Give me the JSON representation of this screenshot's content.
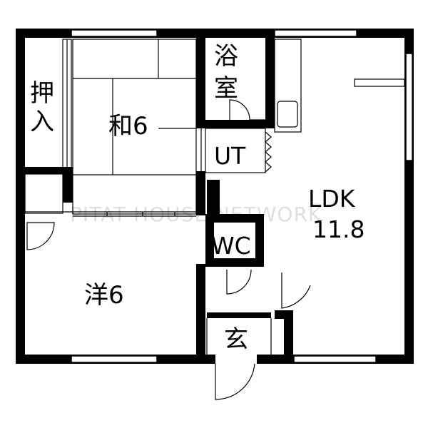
{
  "rooms": {
    "oshiire": [
      "押",
      "入"
    ],
    "washitsu": "和6",
    "yokushitsu": [
      "浴",
      "室"
    ],
    "ut": "UT",
    "ldk": [
      "LDK",
      "11.8"
    ],
    "wc": "WC",
    "yoshitsu": "洋6",
    "genkan": "玄"
  },
  "watermark": "PITAT HOUSE NETWORK",
  "colors": {
    "wall": "#000000",
    "background": "#ffffff"
  }
}
